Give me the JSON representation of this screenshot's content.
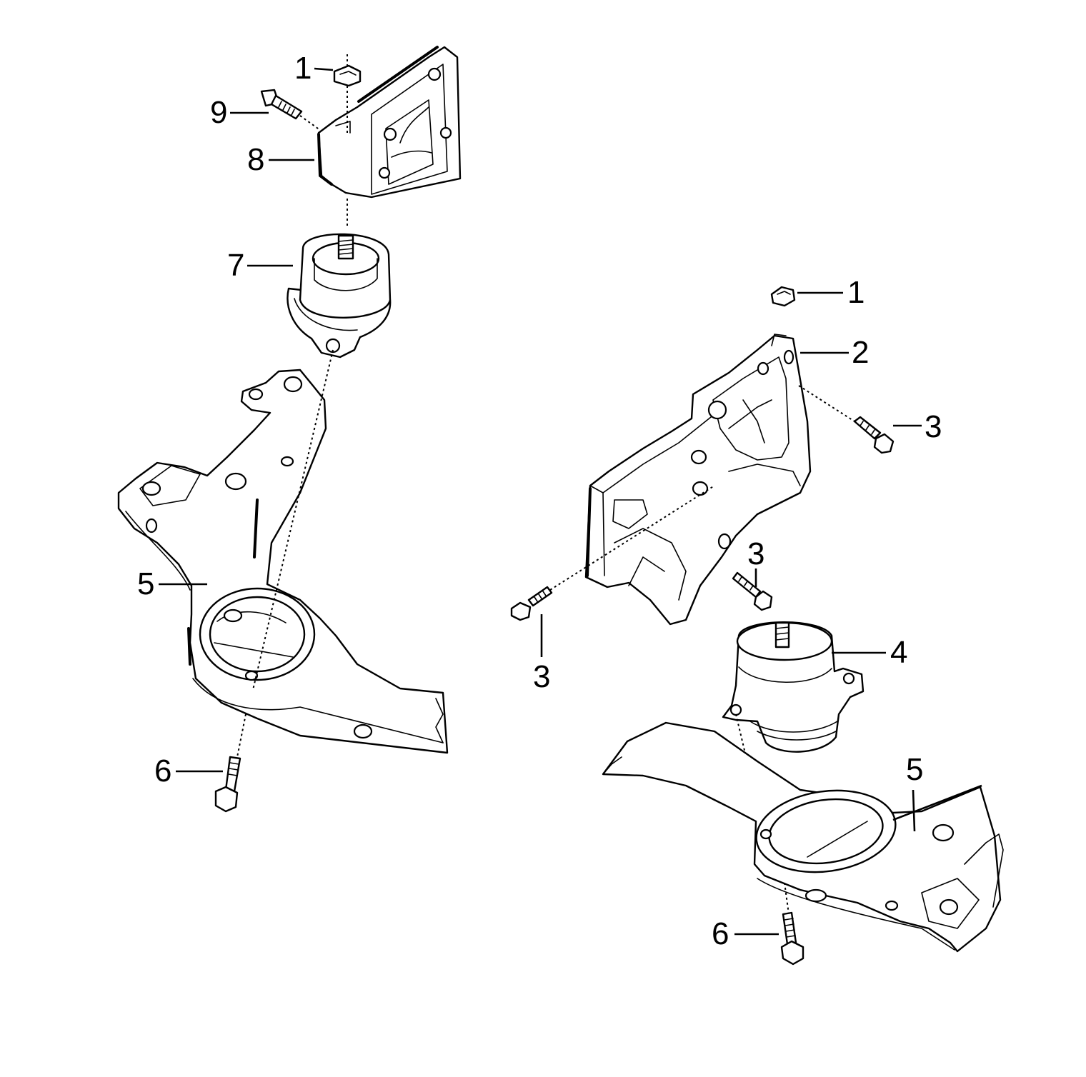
{
  "diagram": {
    "callouts": [
      {
        "key": "l1_top",
        "text": "1"
      },
      {
        "key": "l9",
        "text": "9"
      },
      {
        "key": "l8",
        "text": "8"
      },
      {
        "key": "l7",
        "text": "7"
      },
      {
        "key": "l5_left",
        "text": "5"
      },
      {
        "key": "l6_left",
        "text": "6"
      },
      {
        "key": "r1",
        "text": "1"
      },
      {
        "key": "r2",
        "text": "2"
      },
      {
        "key": "r3_right",
        "text": "3"
      },
      {
        "key": "r3_mid",
        "text": "3"
      },
      {
        "key": "r3_left",
        "text": "3"
      },
      {
        "key": "r4",
        "text": "4"
      },
      {
        "key": "r5",
        "text": "5"
      },
      {
        "key": "r6",
        "text": "6"
      }
    ]
  }
}
